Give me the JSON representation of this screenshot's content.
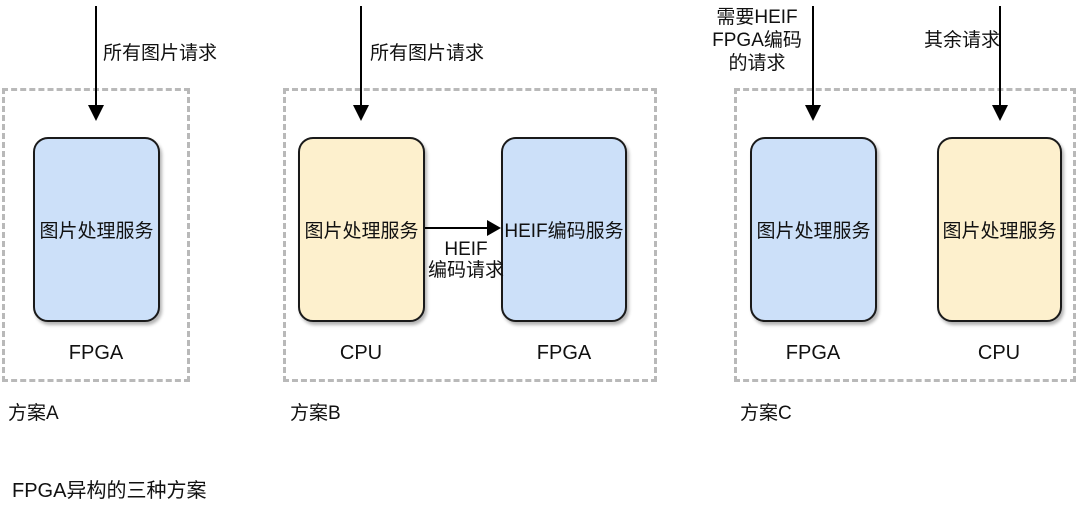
{
  "diagram": {
    "caption": "FPGA异构的三种方案",
    "colors": {
      "fpga_node_fill": "#cce0f9",
      "cpu_node_fill": "#fdf0cd",
      "node_border": "#1a1a1a",
      "container_dash": "#b9b9b9",
      "arrow": "#000000"
    },
    "scheme_a": {
      "label": "方案A",
      "incoming_arrow_label": "所有图片请求",
      "node": {
        "title": "图片处理服务",
        "platform": "FPGA"
      }
    },
    "scheme_b": {
      "label": "方案B",
      "incoming_arrow_label": "所有图片请求",
      "flow_arrow_label_line1": "HEIF",
      "flow_arrow_label_line2": "编码请求",
      "cpu_node": {
        "title": "图片处理服务",
        "platform": "CPU"
      },
      "fpga_node": {
        "title": "HEIF编码服务",
        "platform": "FPGA"
      }
    },
    "scheme_c": {
      "label": "方案C",
      "heif_arrow_label_line1": "需要HEIF",
      "heif_arrow_label_line2": "FPGA编码",
      "heif_arrow_label_line3": "的请求",
      "rest_arrow_label": "其余请求",
      "fpga_node": {
        "title": "图片处理服务",
        "platform": "FPGA"
      },
      "cpu_node": {
        "title": "图片处理服务",
        "platform": "CPU"
      }
    }
  }
}
